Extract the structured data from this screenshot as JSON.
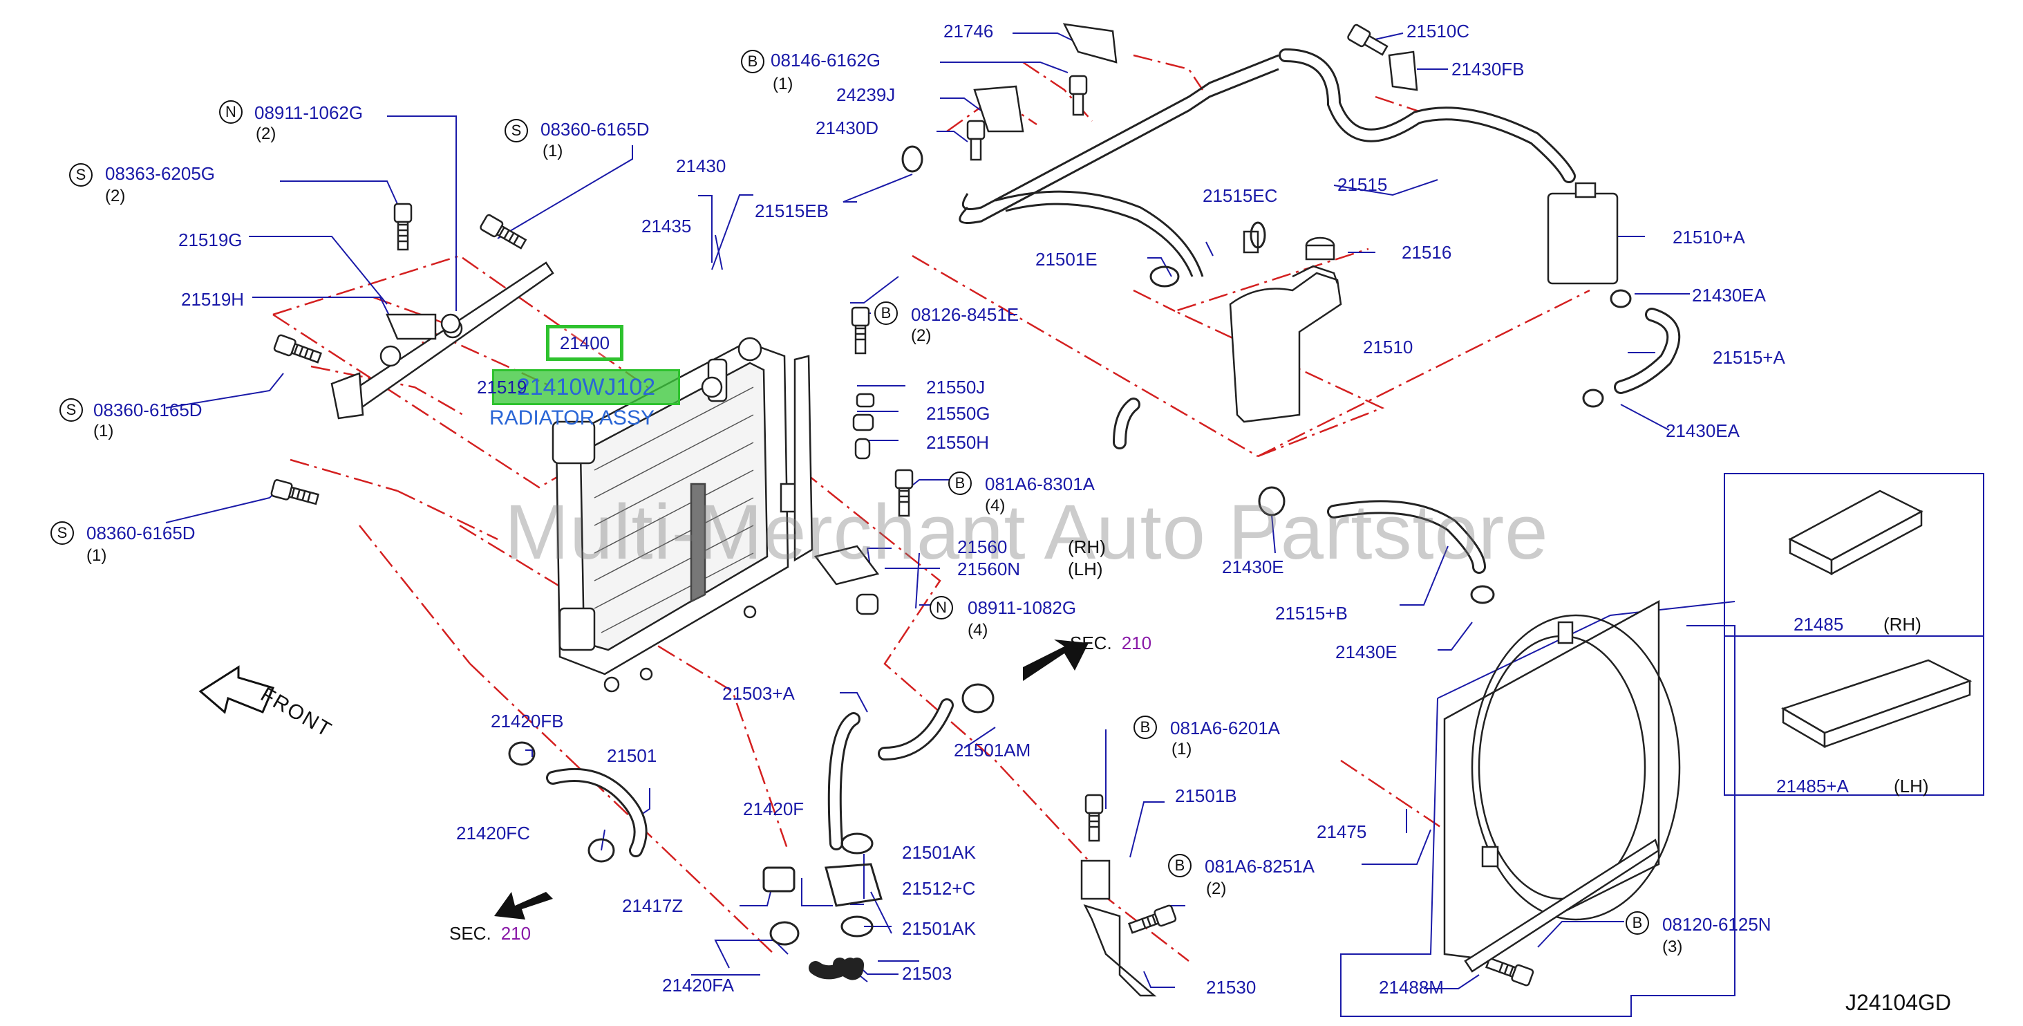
{
  "labels": {
    "p21746": "21746",
    "p21510c": "21510C",
    "p21430fb": "21430FB",
    "b08146": "08146-6162G",
    "q08146": "(1)",
    "p24239j": "24239J",
    "p21430d": "21430D",
    "n08911_1062": "08911-1062G",
    "q08911_1062": "(2)",
    "s08360_top": "08360-6165D",
    "q08360_top": "(1)",
    "s08363": "08363-6205G",
    "q08363": "(2)",
    "p21430": "21430",
    "p21515": "21515",
    "p21515eb": "21515EB",
    "p21435": "21435",
    "p21519g": "21519G",
    "p21515ec": "21515EC",
    "p21510a": "21510+A",
    "p21516": "21516",
    "p21501e": "21501E",
    "p21519h": "21519H",
    "b08126": "08126-8451E",
    "q08126": "(2)",
    "p21430ea_top": "21430EA",
    "p21519": "21519",
    "p21510": "21510",
    "p21515a": "21515+A",
    "p21550j": "21550J",
    "s08360_mid": "08360-6165D",
    "q08360_mid": "(1)",
    "p21550g": "21550G",
    "p21430ea_bot": "21430EA",
    "p21550h": "21550H",
    "b081a6_8301": "081A6-8301A",
    "q081a6_8301": "(4)",
    "s08360_low": "08360-6165D",
    "q08360_low": "(1)",
    "p21560": "21560",
    "p21560n": "21560N",
    "p21430e_top": "21430E",
    "n08911_1082": "08911-1082G",
    "q08911_1082": "(4)",
    "p21515b": "21515+B",
    "p21430e_bot": "21430E",
    "p21485": "21485",
    "p21503a": "21503+A",
    "p21501am": "21501AM",
    "p21420fb": "21420FB",
    "b081a6_6201": "081A6-6201A",
    "q081a6_6201": "(1)",
    "p21501": "21501",
    "p21485a": "21485+A",
    "p21501b": "21501B",
    "p21420f": "21420F",
    "p21475": "21475",
    "p21420fc": "21420FC",
    "p21501ak_top": "21501AK",
    "b081a6_8251": "081A6-8251A",
    "q081a6_8251": "(2)",
    "p21512c": "21512+C",
    "p21417z": "21417Z",
    "p21501ak_bot": "21501AK",
    "b08120": "08120-6125N",
    "q08120": "(3)",
    "p21503": "21503",
    "p21420fa": "21420FA",
    "p21530": "21530",
    "p21488m": "21488M"
  },
  "sides": {
    "rh": "(RH)",
    "lh": "(LH)",
    "rh_box": "(RH)",
    "lh_box": "(LH)"
  },
  "prefix": {
    "b": "B",
    "n": "N",
    "s": "S"
  },
  "sec": {
    "label": "SEC.",
    "number": "210"
  },
  "front": "FRONT",
  "diagram_code": "J24104GD",
  "watermark": "Multi-Merchant Auto Partstore",
  "highlight": {
    "number": "21400",
    "part_number": "21410WJ102",
    "description": "RADIATOR ASSY"
  },
  "colors": {
    "label_blue": "#1a1aa8",
    "sec_purple": "#8a1aa8",
    "dash_red": "#d42020",
    "highlight_green": "#2ec22e",
    "highlight_text": "#2a66d6"
  }
}
